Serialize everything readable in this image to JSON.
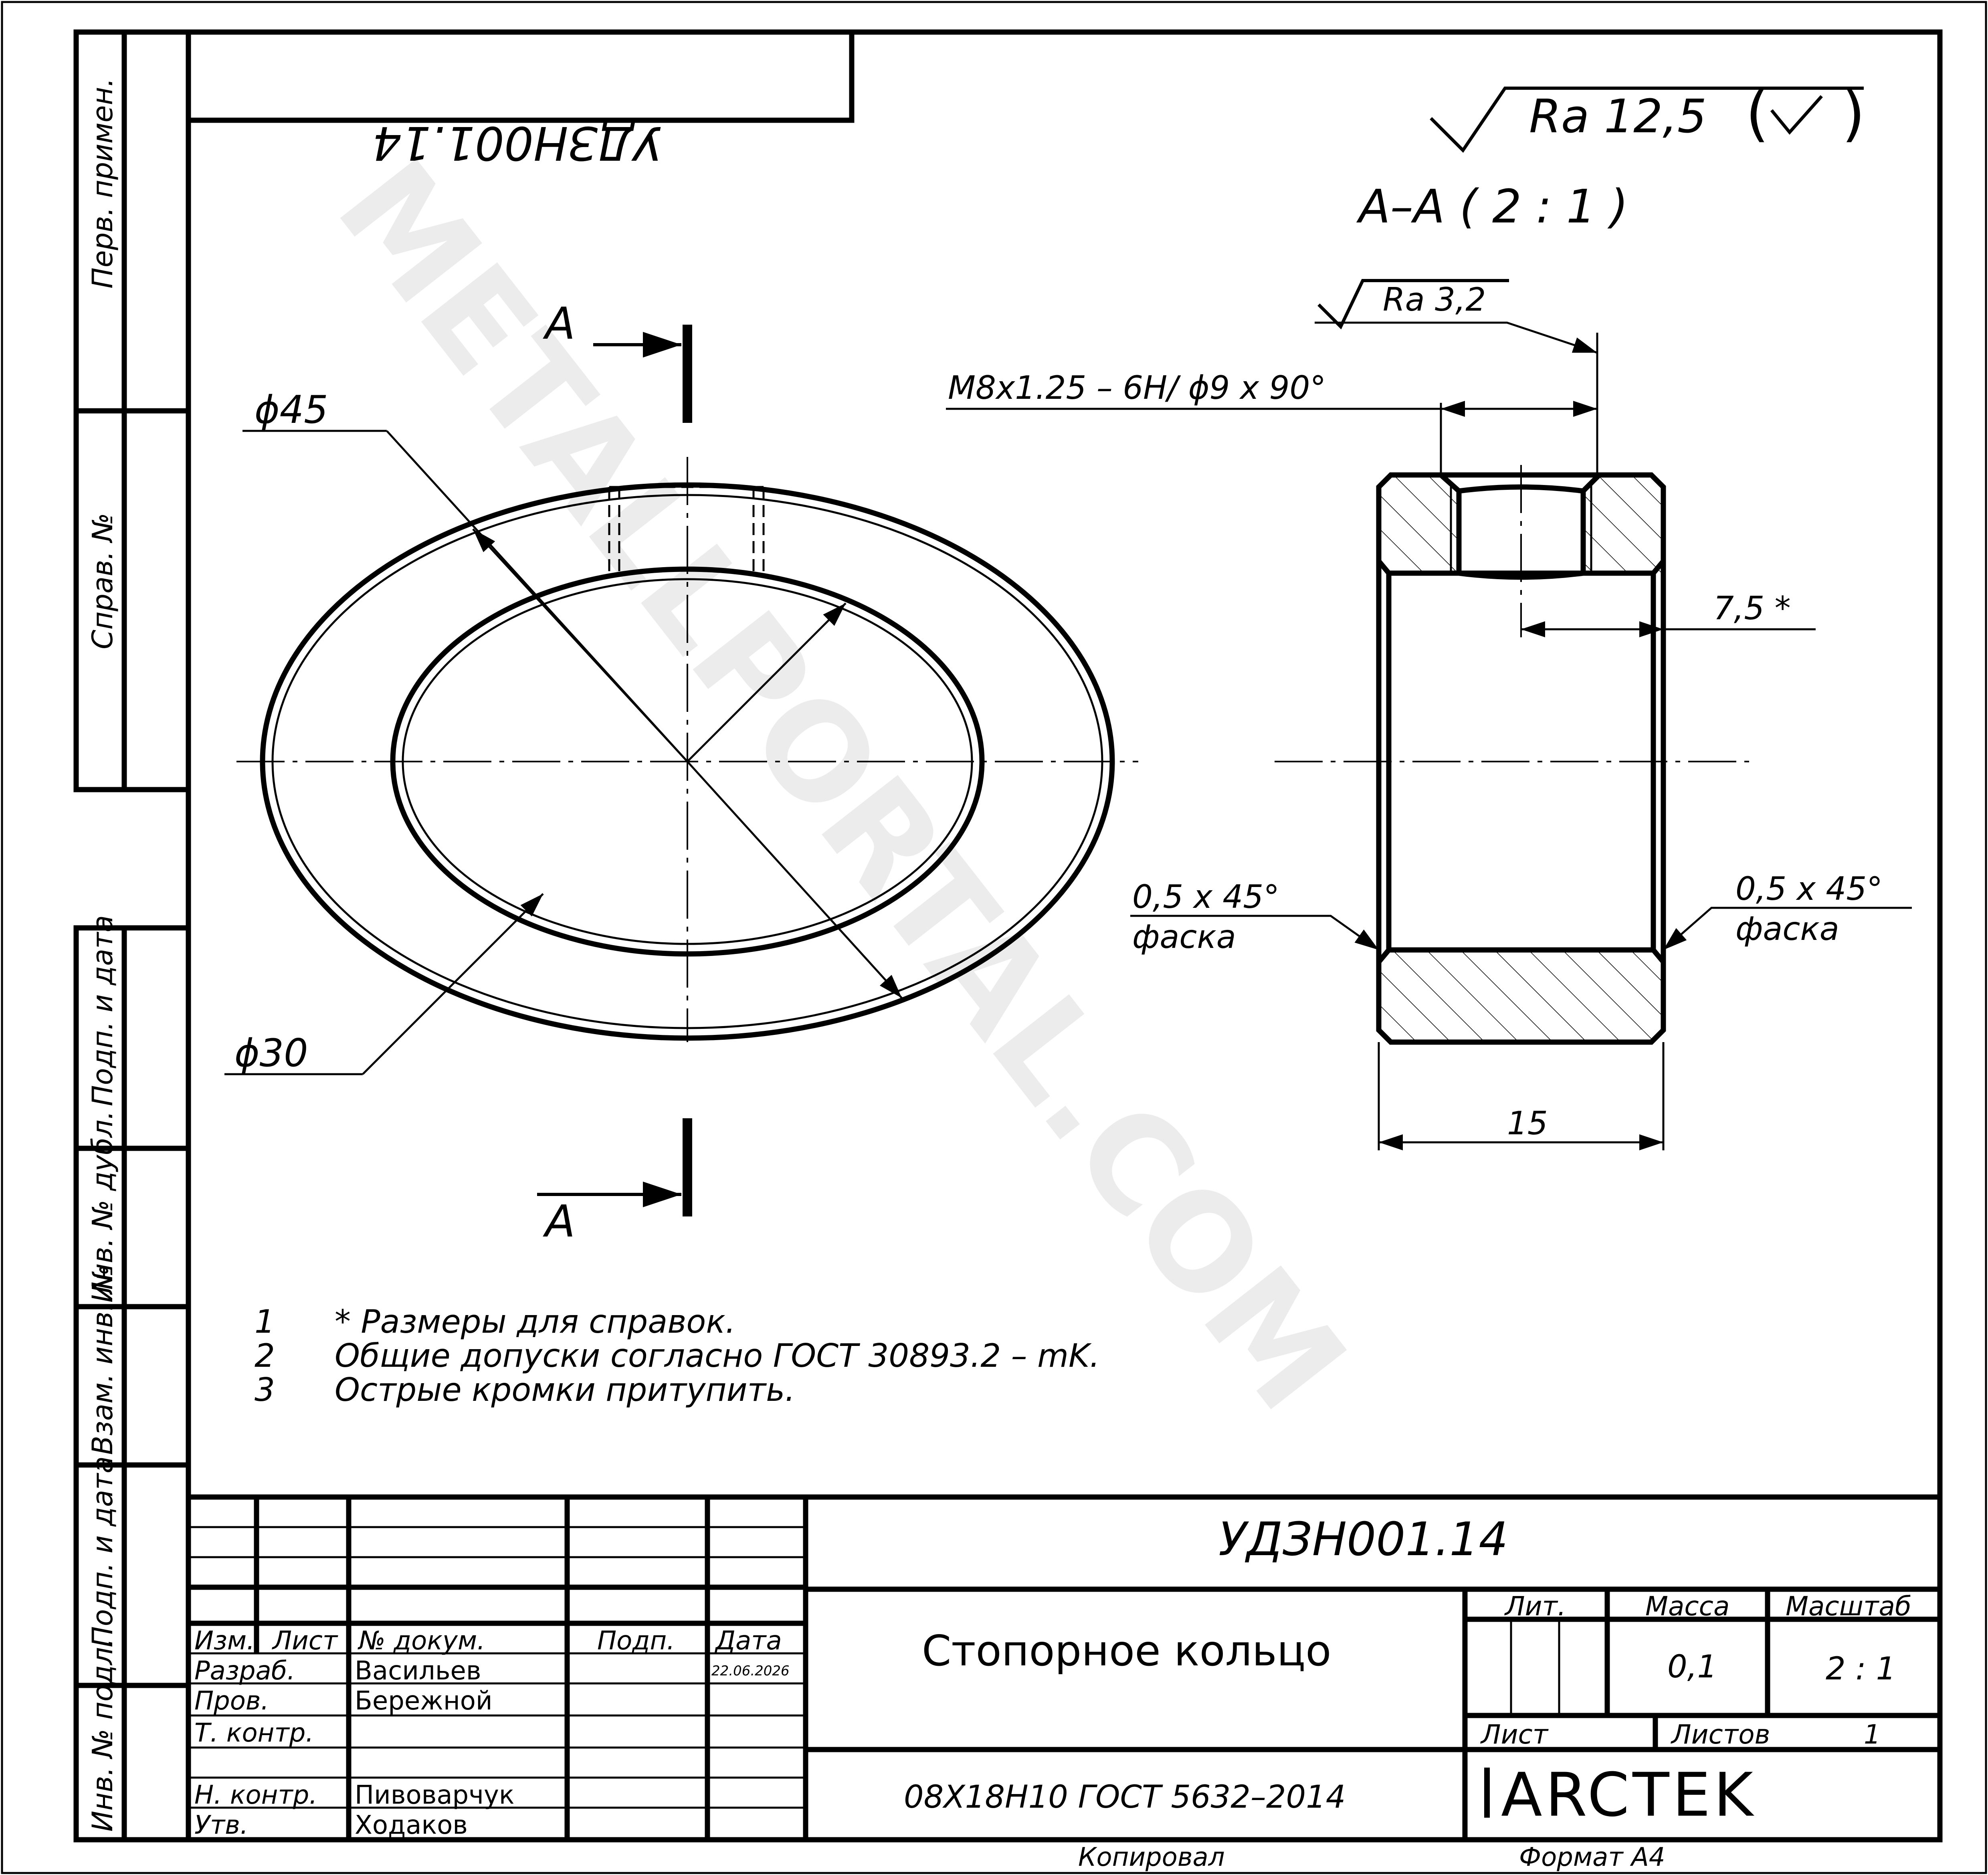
{
  "designation": "УДЗН001.14",
  "designation_mirrored": "УДЗН001.14",
  "roughness_general": "Ra 12,5",
  "section_label": "А–А ( 2 : 1 )",
  "section_mark": "А",
  "roughness_bore": "Ra 3,2",
  "thread_callout": "M8x1.25 – 6H/ ϕ9 x 90°",
  "dim_outer": "ϕ45",
  "dim_inner": "ϕ30",
  "dim_ref": "7,5 *",
  "dim_width": "15",
  "chamfer_left": [
    "0,5 x 45°",
    "фаска"
  ],
  "chamfer_right": [
    "0,5 x 45°",
    "фаска"
  ],
  "watermark": "METALLPORTAL.COM",
  "notes": [
    {
      "num": "1",
      "text": "* Размеры для справок."
    },
    {
      "num": "2",
      "text": "Общие допуски согласно ГОСТ 30893.2 – mK."
    },
    {
      "num": "3",
      "text": "Острые кромки притупить."
    }
  ],
  "side_labels": [
    "Перв. примен.",
    "Справ. №",
    "Подп. и дата",
    "Инв. № дубл.",
    "Взам. инв. №",
    "Подп. и дата",
    "Инв. № подл."
  ],
  "title_block": {
    "header": [
      "Изм.",
      "Лист",
      "№ докум.",
      "Подп.",
      "Дата"
    ],
    "roles": [
      "Разраб.",
      "Пров.",
      "Т. контр.",
      "Н. контр.",
      "Утв."
    ],
    "names": [
      "Васильев",
      "Бережной",
      "Пивоварчук",
      "Ходаков"
    ],
    "date": "22.06.2026",
    "part_name": "Стопорное кольцо",
    "material": "08Х18Н10 ГОСТ 5632–2014",
    "lit_label": "Лит.",
    "mass_label": "Масса",
    "scale_label": "Масштаб",
    "mass": "0,1",
    "scale": "2 : 1",
    "sheet_label": "Лист",
    "sheets_label": "Листов",
    "sheets": "1",
    "company": "ARCTEK",
    "copied": "Копировал",
    "format": "Формат А4"
  }
}
